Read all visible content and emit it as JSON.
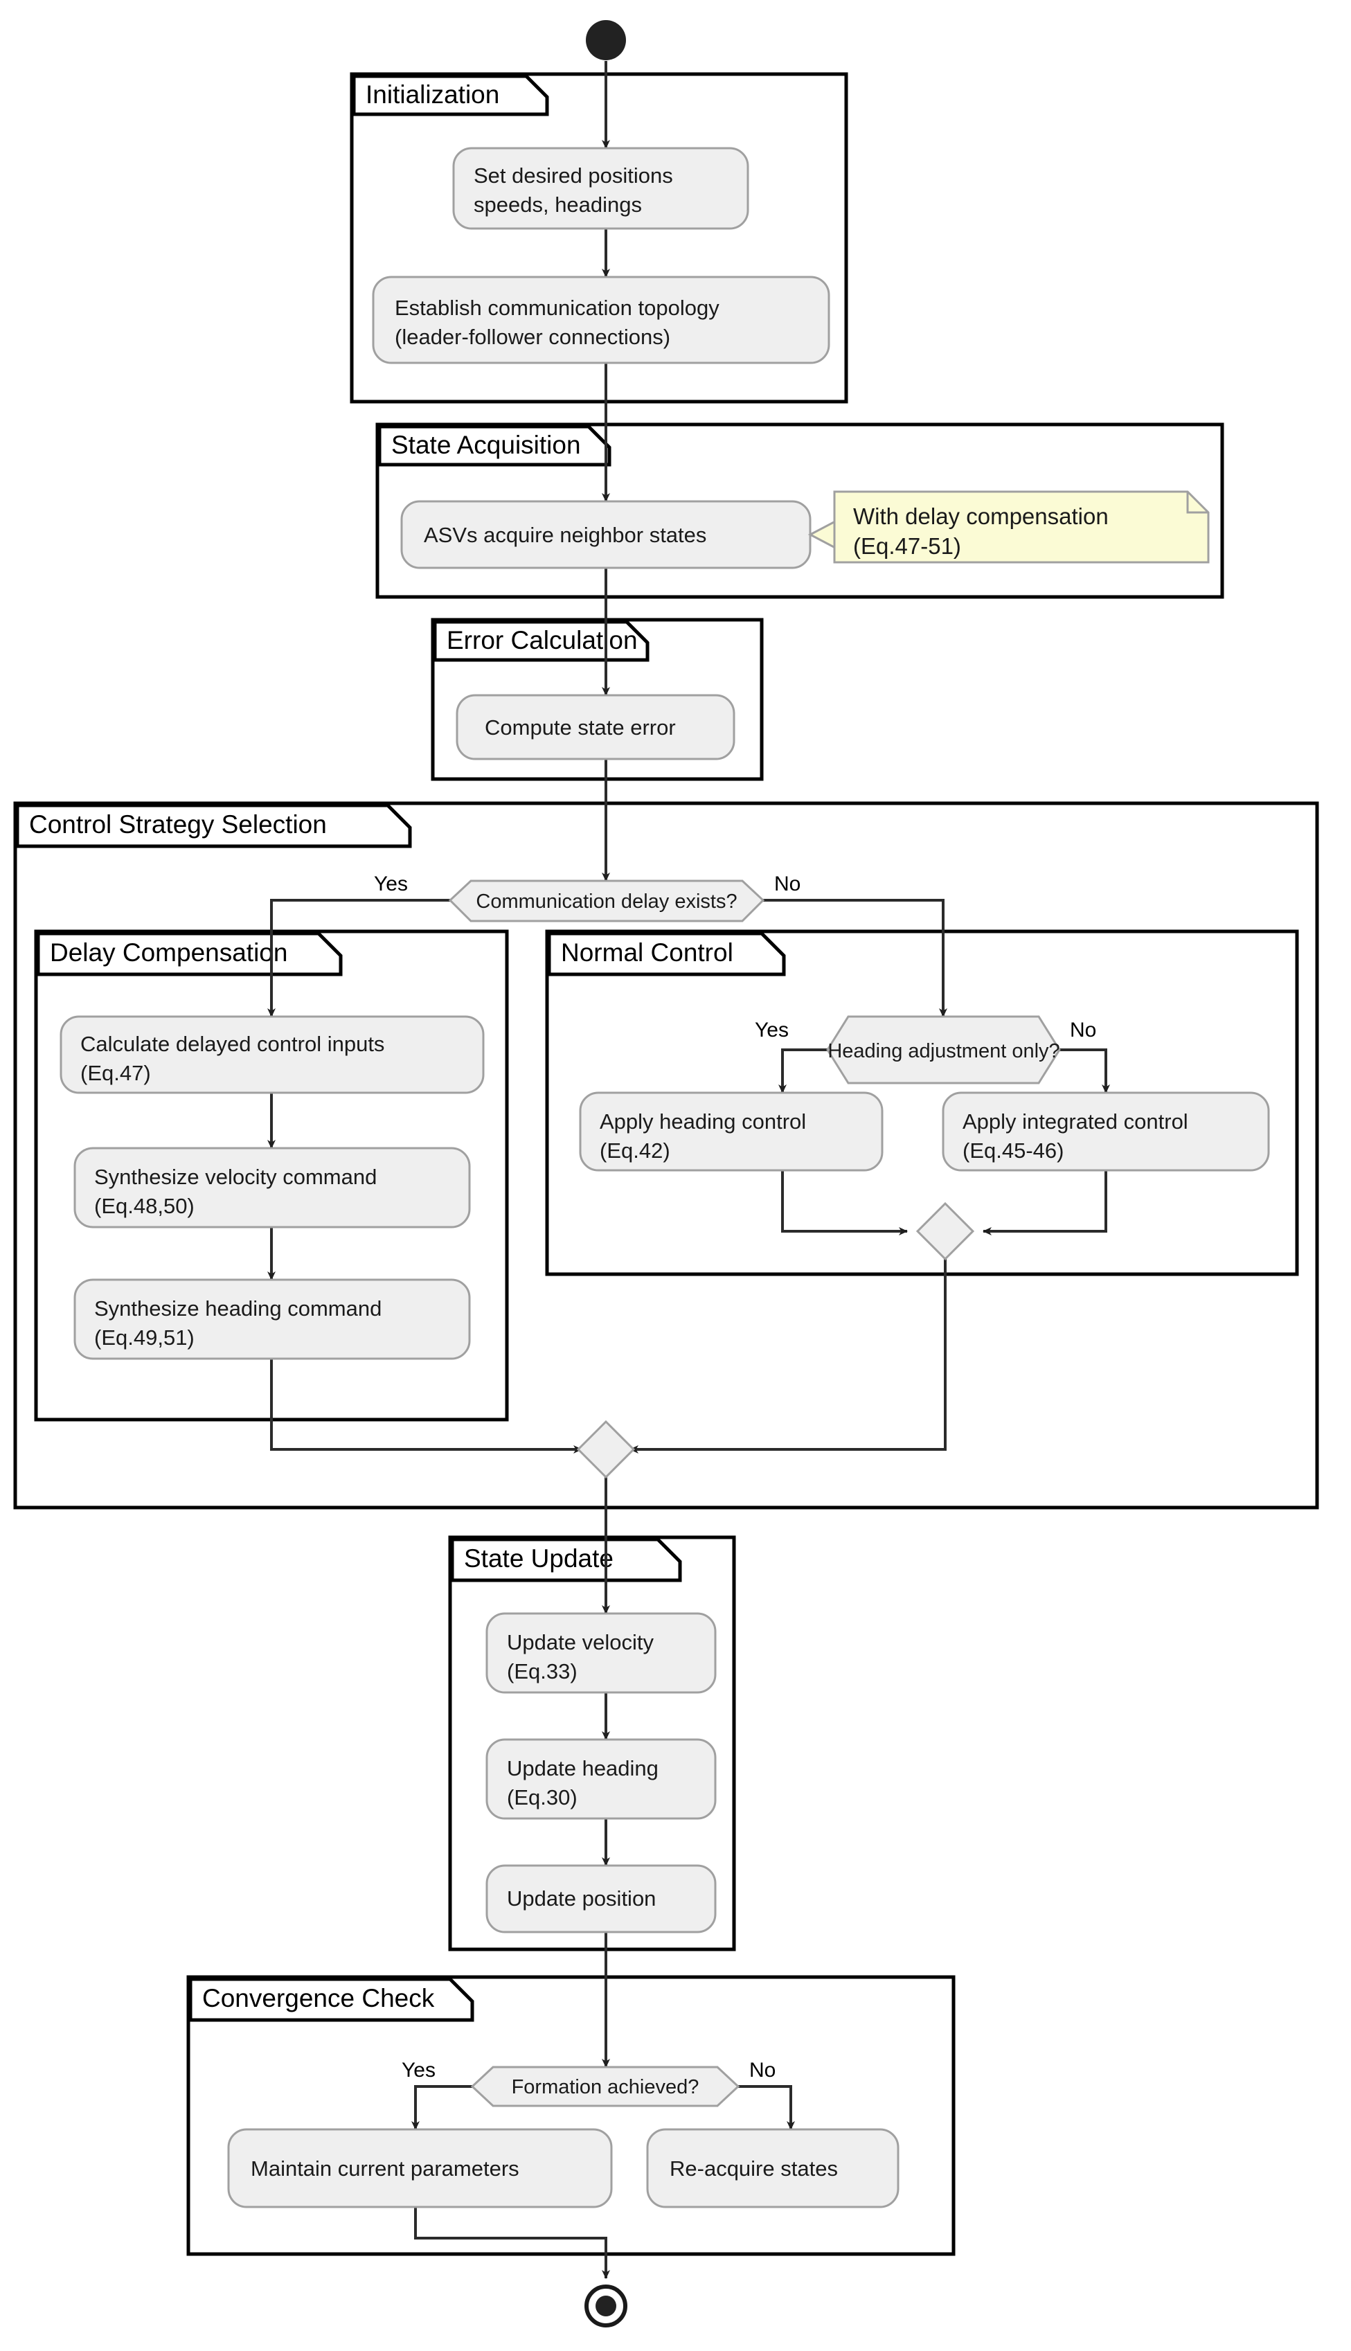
{
  "diagram": {
    "type": "uml-activity-diagram",
    "title": "ASV Formation Control Activity Diagram",
    "nodes": {
      "start": "start-node",
      "end": "end-node"
    },
    "partitions": [
      {
        "id": "initialization",
        "label": "Initialization"
      },
      {
        "id": "state-acquisition",
        "label": "State Acquisition"
      },
      {
        "id": "error-calculation",
        "label": "Error Calculation"
      },
      {
        "id": "control-strategy-selection",
        "label": "Control Strategy Selection"
      },
      {
        "id": "delay-compensation",
        "label": "Delay Compensation"
      },
      {
        "id": "normal-control",
        "label": "Normal Control"
      },
      {
        "id": "state-update",
        "label": "State Update"
      },
      {
        "id": "convergence-check",
        "label": "Convergence Check"
      }
    ],
    "activities": {
      "set_desired": {
        "line1": "Set desired positions",
        "line2": "speeds, headings"
      },
      "establish_topology": {
        "line1": "Establish communication topology",
        "line2": "(leader-follower connections)"
      },
      "asv_acquire": {
        "line1": "ASVs acquire neighbor states",
        "line2": ""
      },
      "compute_error": {
        "line1": "Compute state error",
        "line2": ""
      },
      "calc_delayed": {
        "line1": "Calculate delayed control inputs",
        "line2": "(Eq.47)"
      },
      "synth_velocity": {
        "line1": "Synthesize velocity command",
        "line2": "(Eq.48,50)"
      },
      "synth_heading": {
        "line1": "Synthesize heading command",
        "line2": "(Eq.49,51)"
      },
      "apply_heading": {
        "line1": "Apply heading control",
        "line2": "(Eq.42)"
      },
      "apply_integrated": {
        "line1": "Apply integrated control",
        "line2": "(Eq.45-46)"
      },
      "update_velocity": {
        "line1": "Update velocity",
        "line2": "(Eq.33)"
      },
      "update_heading": {
        "line1": "Update heading",
        "line2": "(Eq.30)"
      },
      "update_position": {
        "line1": "Update position",
        "line2": ""
      },
      "maintain_params": {
        "line1": "Maintain current parameters",
        "line2": ""
      },
      "reacquire_states": {
        "line1": "Re-acquire states",
        "line2": ""
      }
    },
    "decisions": {
      "comm_delay": {
        "label": "Communication delay exists?",
        "yes": "Yes",
        "no": "No"
      },
      "heading_only": {
        "label": "Heading adjustment only?",
        "yes": "Yes",
        "no": "No"
      },
      "formation_ok": {
        "label": "Formation achieved?",
        "yes": "Yes",
        "no": "No"
      }
    },
    "notes": {
      "delay_note": {
        "line1": "With delay compensation",
        "line2": "(Eq.47-51)"
      }
    },
    "colors": {
      "activity_fill": "#efefef",
      "activity_stroke": "#a0a0a0",
      "decision_fill": "#efefef",
      "decision_stroke": "#a0a0a0",
      "note_fill": "#fbfbd5",
      "note_stroke": "#a0a0a0",
      "partition_stroke": "#000000",
      "edge_stroke": "#2b2b2b",
      "node_fill": "#222222",
      "background": "#ffffff"
    }
  }
}
